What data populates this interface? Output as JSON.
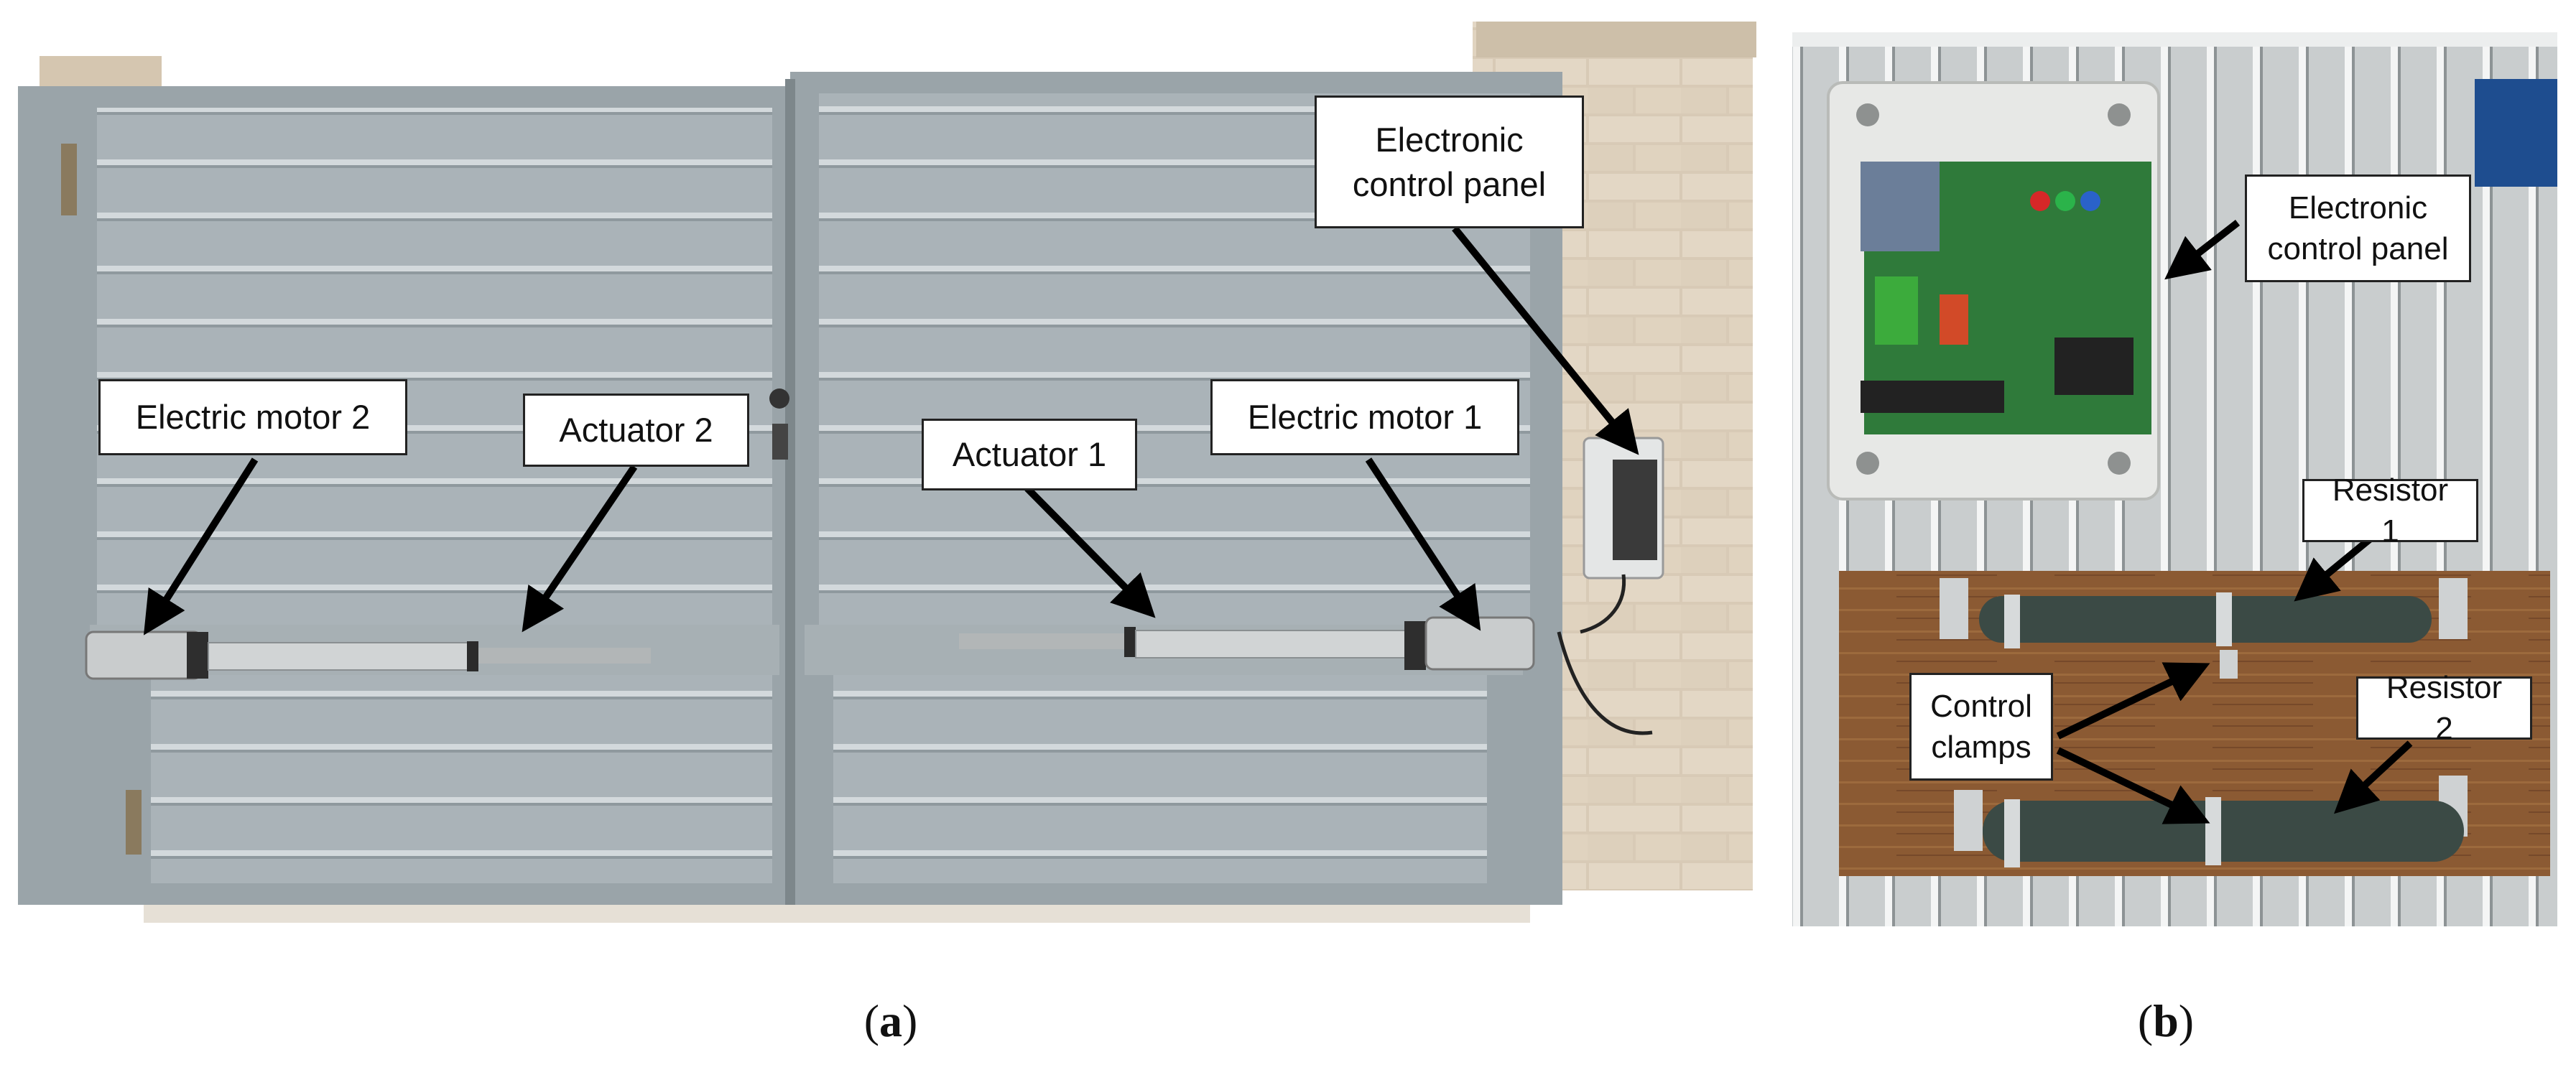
{
  "panel_a": {
    "caption_letter": "a",
    "labels": {
      "electric_motor_2": "Electric motor 2",
      "actuator_2": "Actuator 2",
      "actuator_1": "Actuator 1",
      "electric_motor_1": "Electric motor 1",
      "control_panel_line1": "Electronic",
      "control_panel_line2": "control panel"
    }
  },
  "panel_b": {
    "caption_letter": "b",
    "labels": {
      "control_panel_line1": "Electronic",
      "control_panel_line2": "control panel",
      "resistor_1": "Resistor 1",
      "resistor_2": "Resistor 2",
      "control_clamps_line1": "Control",
      "control_clamps_line2": "clamps"
    }
  },
  "colors": {
    "gate_gray": "#a9b2b6",
    "wall_beige": "#d9cbb8",
    "wood_brown": "#8a5a32",
    "pcb_green": "#2f7a3a",
    "resistor_dark": "#3b4a45"
  }
}
